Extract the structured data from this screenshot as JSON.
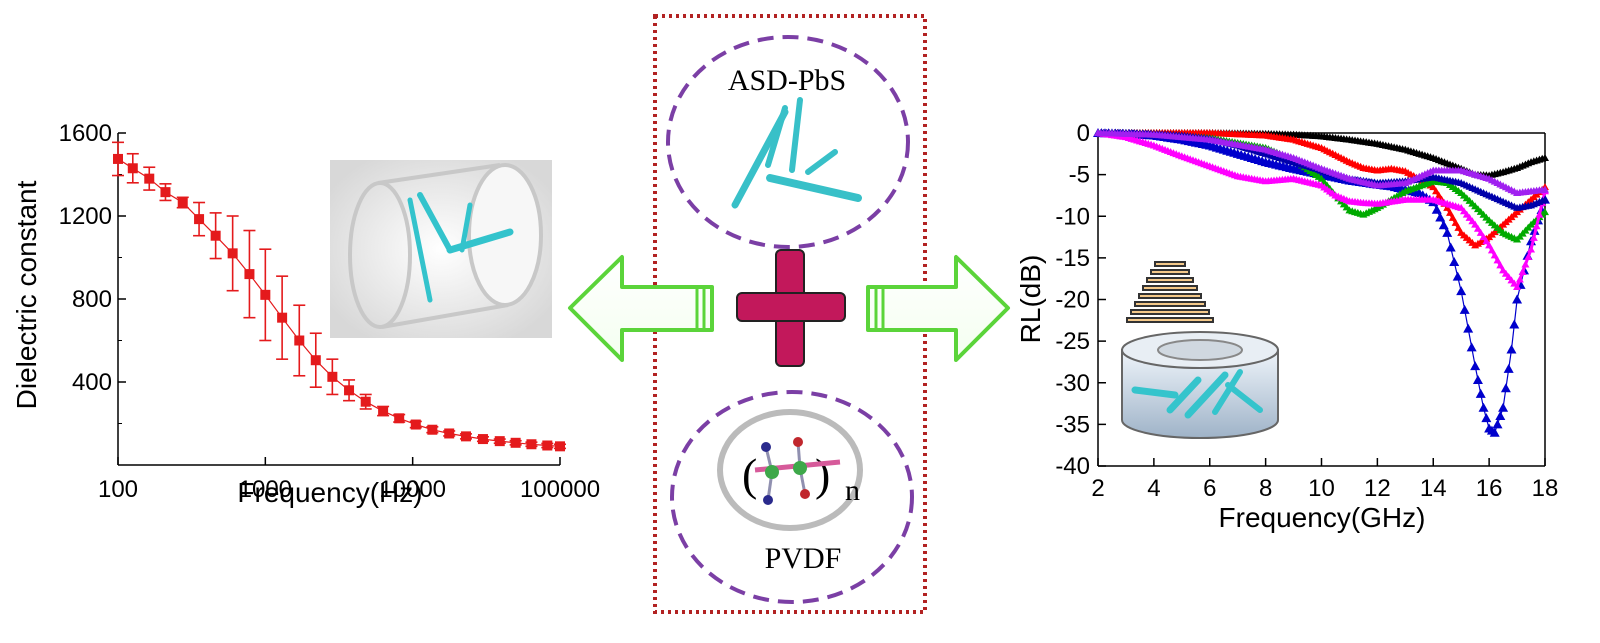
{
  "chart_data": [
    {
      "type": "scatter",
      "xscale": "log",
      "xlabel": "Frequency(Hz)",
      "ylabel": "Dielectric constant",
      "xlim": [
        100,
        100000
      ],
      "ylim": [
        0,
        1600
      ],
      "xticks": [
        100,
        1000,
        10000,
        100000
      ],
      "xtick_labels": [
        "100",
        "1000",
        "10000",
        "100000"
      ],
      "yticks": [
        400,
        800,
        1200,
        1600
      ],
      "ytick_labels": [
        "400",
        "800",
        "1200",
        "1600"
      ],
      "color": "#e41a1c",
      "series": [
        {
          "x": [
            100,
            126,
            163,
            210,
            275,
            355,
            460,
            600,
            780,
            1000,
            1300,
            1700,
            2200,
            2850,
            3700,
            4800,
            6300,
            8100,
            10500,
            13600,
            17700,
            23000,
            30000,
            39000,
            50000,
            64000,
            82000,
            100000
          ],
          "y": [
            1475,
            1430,
            1380,
            1315,
            1265,
            1185,
            1105,
            1020,
            920,
            820,
            710,
            600,
            505,
            425,
            360,
            305,
            260,
            225,
            195,
            170,
            152,
            138,
            125,
            115,
            107,
            100,
            94,
            90
          ],
          "err": [
            80,
            70,
            55,
            40,
            25,
            80,
            110,
            180,
            210,
            220,
            200,
            170,
            130,
            85,
            50,
            35,
            22,
            18,
            15,
            14,
            12,
            12,
            11,
            10,
            10,
            10,
            10,
            10
          ]
        }
      ]
    },
    {
      "type": "line",
      "xlabel": "Frequency(GHz)",
      "ylabel": "RL(dB)",
      "xlim": [
        2,
        18
      ],
      "ylim": [
        -40,
        0
      ],
      "xticks": [
        2,
        4,
        6,
        8,
        10,
        12,
        14,
        16,
        18
      ],
      "xtick_labels": [
        "2",
        "4",
        "6",
        "8",
        "10",
        "12",
        "14",
        "16",
        "18"
      ],
      "yticks": [
        0,
        -5,
        -10,
        -15,
        -20,
        -25,
        -30,
        -35,
        -40
      ],
      "ytick_labels": [
        "0",
        "-5",
        "-10",
        "-15",
        "-20",
        "-25",
        "-30",
        "-35",
        "-40"
      ],
      "series": [
        {
          "color": "#000000",
          "x": [
            2,
            4,
            6,
            8,
            9,
            10,
            11,
            12,
            13,
            14,
            15,
            15.5,
            16,
            16.5,
            17,
            17.5,
            18
          ],
          "y": [
            0,
            0,
            0,
            -0.1,
            -0.2,
            -0.4,
            -0.8,
            -1.3,
            -2,
            -3,
            -4.3,
            -5,
            -5.1,
            -4.7,
            -4.2,
            -3.5,
            -3
          ]
        },
        {
          "color": "#ff0000",
          "x": [
            2,
            4,
            6,
            8,
            9,
            10,
            11,
            11.5,
            12,
            12.5,
            13,
            14,
            14.5,
            15,
            15.5,
            16,
            16.5,
            17,
            17.5,
            18
          ],
          "y": [
            0,
            0,
            0,
            -0.3,
            -0.8,
            -1.8,
            -3.5,
            -4.2,
            -4.5,
            -4.3,
            -4.6,
            -6.5,
            -9,
            -12,
            -13.5,
            -12.5,
            -11,
            -9.5,
            -8,
            -6.5
          ]
        },
        {
          "color": "#0000cc",
          "marker": "triangle",
          "x": [
            2,
            3,
            4,
            5,
            6,
            7,
            8,
            9,
            10,
            11,
            12,
            12.5,
            13,
            13.5,
            14,
            14.5,
            15,
            15.5,
            15.8,
            16,
            16.2,
            16.5,
            16.8,
            17,
            17.5,
            18
          ],
          "y": [
            0,
            -0.1,
            -0.3,
            -0.8,
            -1.5,
            -2.5,
            -3.5,
            -4.3,
            -5,
            -5.7,
            -6.2,
            -6.4,
            -6.8,
            -7.2,
            -8.3,
            -12,
            -19,
            -28,
            -33,
            -35.5,
            -36,
            -33,
            -26,
            -20,
            -13,
            -8
          ]
        },
        {
          "color": "#00aa00",
          "x": [
            2,
            4,
            6,
            8,
            9,
            10,
            10.5,
            11,
            11.5,
            12,
            13,
            14,
            14.5,
            15,
            15.5,
            16,
            16.5,
            17,
            17.5,
            18
          ],
          "y": [
            0,
            -0.2,
            -0.6,
            -1.8,
            -3.2,
            -5.5,
            -7.5,
            -9.3,
            -9.8,
            -9,
            -7,
            -5.8,
            -6,
            -7.2,
            -8.8,
            -10.5,
            -12,
            -12.8,
            -11,
            -9.5
          ]
        },
        {
          "color": "#ff00ff",
          "x": [
            2,
            3,
            4,
            5,
            6,
            7,
            8,
            9,
            10,
            10.5,
            11,
            11.5,
            12,
            13,
            14,
            15,
            15.5,
            16,
            16.5,
            17,
            17.5,
            18
          ],
          "y": [
            0,
            -0.5,
            -1.5,
            -2.8,
            -4,
            -5.2,
            -5.8,
            -5.5,
            -6.3,
            -7.5,
            -8.2,
            -8.4,
            -8.5,
            -8,
            -8,
            -9,
            -11,
            -13.5,
            -16.5,
            -18.5,
            -14,
            -7
          ]
        },
        {
          "color": "#0000aa",
          "x": [
            2,
            3,
            4,
            5,
            6,
            7,
            8,
            9,
            10,
            11,
            12,
            13,
            14,
            15,
            16,
            17,
            17.5,
            18
          ],
          "y": [
            0,
            0,
            -0.1,
            -0.3,
            -0.7,
            -1.5,
            -2.5,
            -3.5,
            -4.5,
            -5.5,
            -6,
            -5.8,
            -5.3,
            -6,
            -7.5,
            -9,
            -8.7,
            -8
          ]
        },
        {
          "color": "#a020f0",
          "x": [
            2,
            4,
            6,
            8,
            9,
            10,
            11,
            12,
            13,
            14,
            15,
            16,
            17,
            17.5,
            18
          ],
          "y": [
            0,
            -0.2,
            -0.8,
            -2,
            -3,
            -4.3,
            -5.5,
            -6.3,
            -6,
            -4.5,
            -4.5,
            -5.5,
            -7.2,
            -7,
            -6.8
          ]
        }
      ]
    }
  ],
  "center": {
    "top_label": "ASD-PbS",
    "bottom_label": "PVDF",
    "formula_sub": "n"
  },
  "colors": {
    "frame": "#b22222",
    "circle": "#7b3fa5",
    "plus": "#c2185b",
    "arrow": "#5bd43a",
    "cyan": "#40c8d0"
  }
}
